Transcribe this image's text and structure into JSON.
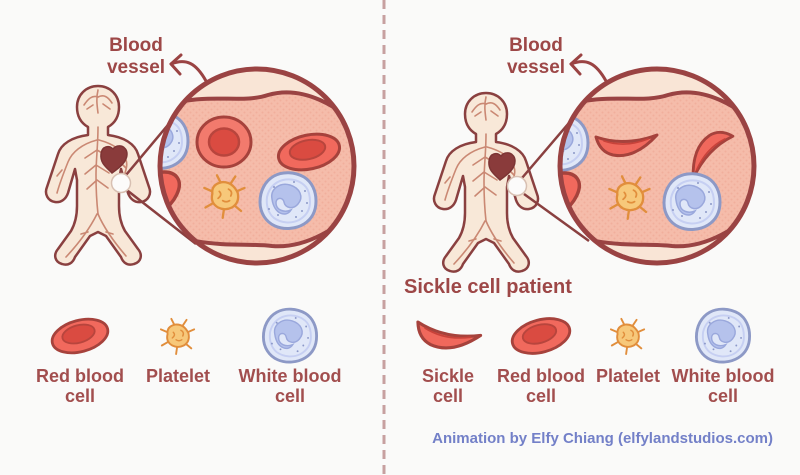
{
  "background_color": "#fafaf9",
  "divider_color": "#c7a0a0",
  "colors": {
    "label_maroon": "#9d4747",
    "body_skin": "#f8e8d8",
    "body_outline": "#8a4040",
    "vessel_interior": "#f5bcaa",
    "vessel_wall": "#9a4343",
    "red_cell": "#f1695d",
    "red_cell_dark": "#da4b41",
    "platelet_yellow": "#f7c87a",
    "platelet_outline": "#e18e3c",
    "white_cell": "#e0e7f8",
    "white_cell_nucleus": "#b5c2ec",
    "white_cell_outline": "#8d99c6",
    "credit_blue": "#7380c8"
  },
  "left_panel": {
    "vessel_label": "Blood vessel",
    "legend": [
      {
        "id": "red-blood-cell",
        "label": "Red blood cell"
      },
      {
        "id": "platelet",
        "label": "Platelet"
      },
      {
        "id": "white-blood-cell",
        "label": "White blood cell"
      }
    ]
  },
  "right_panel": {
    "vessel_label": "Blood vessel",
    "heading": "Sickle cell patient",
    "legend": [
      {
        "id": "sickle-cell",
        "label": "Sickle cell"
      },
      {
        "id": "red-blood-cell",
        "label": "Red blood cell"
      },
      {
        "id": "platelet",
        "label": "Platelet"
      },
      {
        "id": "white-blood-cell",
        "label": "White blood cell"
      }
    ],
    "credit": "Animation by Elfy Chiang (elfylandstudios.com)"
  }
}
